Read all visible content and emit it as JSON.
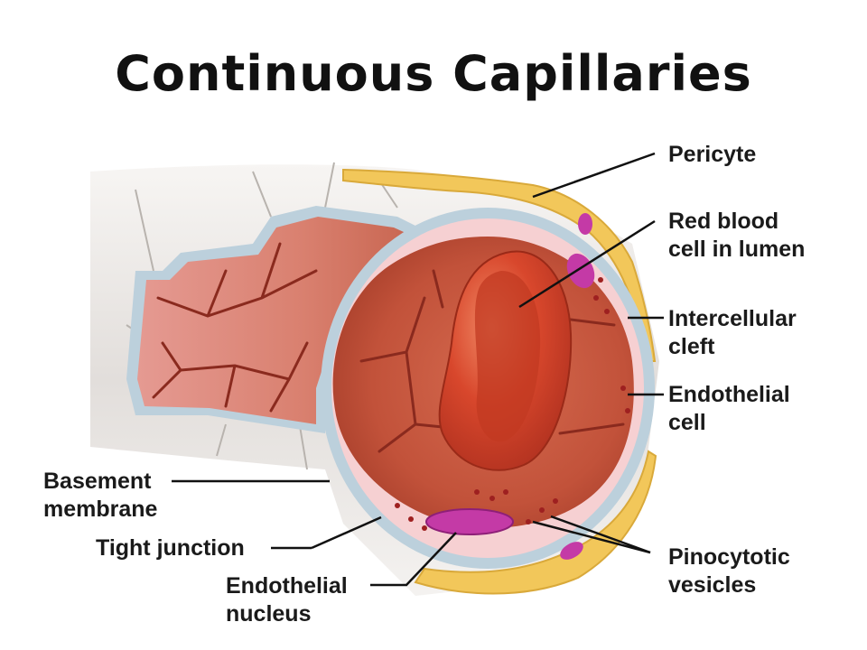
{
  "title": "Continuous Capillaries",
  "labels": {
    "pericyte": "Pericyte",
    "red_blood_cell_1": "Red blood",
    "red_blood_cell_2": "cell in lumen",
    "intercellular_cleft_1": "Intercellular",
    "intercellular_cleft_2": "cleft",
    "endothelial_cell_1": "Endothelial",
    "endothelial_cell_2": "cell",
    "basement_membrane_1": "Basement",
    "basement_membrane_2": "membrane",
    "tight_junction": "Tight junction",
    "endothelial_nucleus_1": "Endothelial",
    "endothelial_nucleus_2": "nucleus",
    "pinocytotic_vesicles_1": "Pinocytotic",
    "pinocytotic_vesicles_2": "vesicles"
  },
  "colors": {
    "vessel_outer": "#e7e4e2",
    "basement": "#b9cdd8",
    "endothelium": "#f4c9cc",
    "lumen": "#c8503a",
    "rbc": "#d8432a",
    "pericyte": "#f0c24a",
    "nucleus": "#c43aa6",
    "leader_line": "#111111"
  }
}
